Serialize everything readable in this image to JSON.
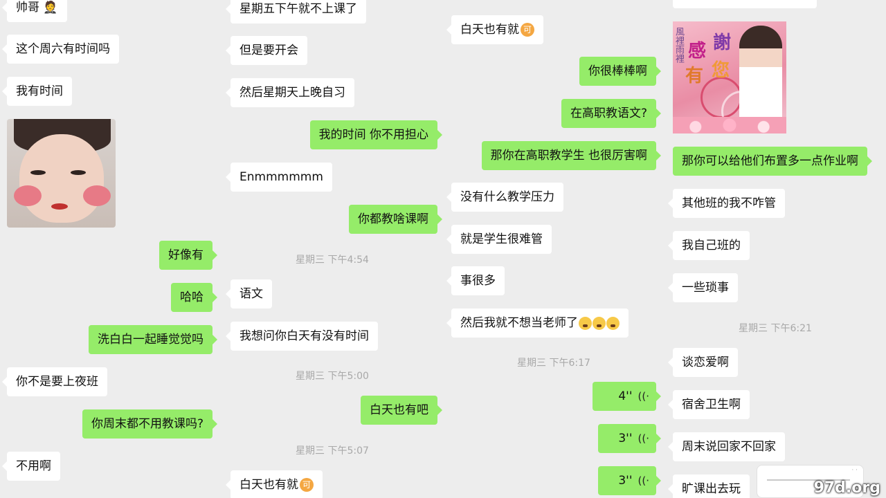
{
  "col1": {
    "m1": "帅哥 🤵",
    "m2": "这个周六有时间吗",
    "m3": "我有时间",
    "m4": "好像有",
    "m5": "哈哈",
    "m6": "洗白白一起睡觉觉吗",
    "m7": "你不是要上夜班",
    "m8": "你周末都不用教课吗?",
    "m9": "不用啊"
  },
  "col2": {
    "m1": "星期五下午就不上课了",
    "m2": "但是要开会",
    "m3": "然后星期天上晚自习",
    "m4": "我的时间 你不用担心",
    "m5": "Enmmmmmm",
    "m6": "你都教啥课啊",
    "ts1": "星期三 下午4:54",
    "m7": "语文",
    "m8": "我想问你白天有没有时间",
    "ts2": "星期三 下午5:00",
    "m9": "白天也有吧",
    "ts3": "星期三 下午5:07",
    "m10": "白天也有就"
  },
  "col3": {
    "m1": "白天也有就",
    "m2": "你很棒棒啊",
    "m3": "在高职教语文?",
    "m4": "那你在高职教学生 也很厉害啊",
    "m5": "没有什么教学压力",
    "m6": "就是学生很难管",
    "m7": "事很多",
    "m8": "然后我就不想当老师了",
    "ts1": "星期三 下午6:17",
    "v1": "4''",
    "v2": "3''",
    "v3": "3''"
  },
  "col4": {
    "poster_side": "風裡雨裡",
    "poster_t1": "感",
    "poster_t2": "謝",
    "poster_t3": "有",
    "poster_t4": "您",
    "m1": "那你可以给他们布置多一点作业啊",
    "m2": "其他班的我不咋管",
    "m3": "我自己班的",
    "m4": "一些琐事",
    "ts1": "星期三 下午6:21",
    "m5": "谈恋爱啊",
    "m6": "宿舍卫生啊",
    "m7": "周末说回家不回家",
    "m8": "旷课出去玩"
  },
  "coin_emoji": "可",
  "watermark": "97d.org",
  "colors": {
    "background": "#ededed",
    "incoming_bubble": "#ffffff",
    "outgoing_bubble": "#95ec69",
    "timestamp": "#a8a8a8"
  },
  "icons": {
    "voice": "voice-wave-icon",
    "coin": "coin-emoji-icon",
    "face": "drool-face-emoji-icon"
  }
}
